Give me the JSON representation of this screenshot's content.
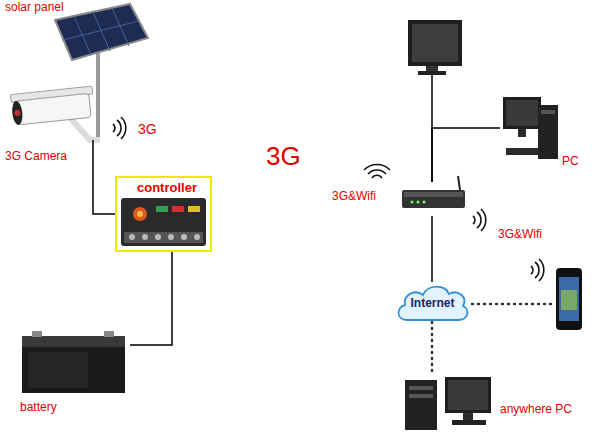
{
  "diagram": {
    "nodes": [
      {
        "text": [
          "solar panel"
        ]
      },
      {
        "text": [
          "3G Camera"
        ]
      },
      {
        "text": [
          "controller"
        ]
      },
      {
        "text": [
          "battery"
        ]
      },
      {
        "text": [
          "PC"
        ]
      },
      {
        "text": [
          "3G&Wifi"
        ]
      },
      {
        "text": [
          "Internet"
        ]
      },
      {
        "text": [
          "anywhere PC"
        ]
      }
    ],
    "edges": [
      {
        "from": 0,
        "to": 1,
        "arrow": "none"
      },
      {
        "from": 1,
        "to": 2,
        "arrow": "none"
      },
      {
        "from": 2,
        "to": 3,
        "arrow": "none"
      },
      {
        "from": 5,
        "to": 4,
        "arrow": "none"
      },
      {
        "from": 5,
        "to": 6,
        "arrow": "none"
      },
      {
        "from": 6,
        "to": 7,
        "arrow": "none"
      }
    ],
    "labels": [
      "3G",
      "3G",
      "3G&Wifi"
    ]
  }
}
